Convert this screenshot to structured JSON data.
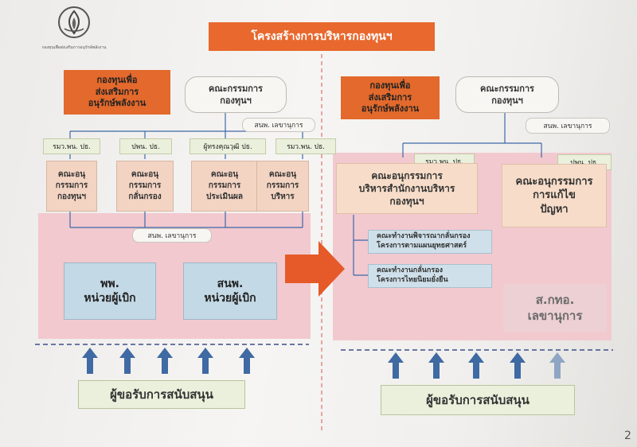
{
  "title": "โครงสร้างการบริหารกองทุนฯ",
  "logo_text": "กองทุนเพื่อส่งเสริมการอนุรักษ์พลังงาน",
  "page_number": "2",
  "colors": {
    "title_bg": "#e8682e",
    "org_bg": "#e3692c",
    "pink_area": "#f2c9cf",
    "arrow": "#e55a28",
    "blue_arrow": "#3f6aa3"
  },
  "left": {
    "org": "กองทุนเพื่อ\nส่งเสริมการ\nอนุรักษ์พลังงาน",
    "board": "คณะกรรมการ\nกองทุนฯ",
    "secretary_top": "สนพ. เลขานุการ",
    "chairs": [
      "รมว.พน. ปธ.",
      "ปพน. ปธ.",
      "ผู้ทรงคุณวุฒิ ปธ.",
      "รมว.พน. ปธ."
    ],
    "committees": [
      "คณะอนุ\nกรรมการ\nกองทุนฯ",
      "คณะอนุ\nกรรมการ\nกลั่นกรอง",
      "คณะอนุ\nกรรมการ\nประเมินผล",
      "คณะอนุ\nกรรมการ\nบริหาร"
    ],
    "secretary_mid": "สนพ. เลขานุการ",
    "units": [
      "พพ.\nหน่วยผู้เบิก",
      "สนพ.\nหน่วยผู้เบิก"
    ],
    "applicant": "ผู้ขอรับการสนับสนุน"
  },
  "right": {
    "org": "กองทุนเพื่อ\nส่งเสริมการ\nอนุรักษ์พลังงาน",
    "board": "คณะกรรมการ\nกองทุนฯ",
    "secretary_top": "สนพ. เลขานุการ",
    "chair_left": "รมว.พน. ปธ.",
    "chair_right": "ปพน. ปธ.",
    "committee_left": "คณะอนุกรรมการ\nบริหารสำนักงานบริหาร\nกองทุนฯ",
    "committee_right": "คณะอนุกรรมการ\nการแก้ไข\nปัญหา",
    "working_groups": [
      "คณะทำงานพิจารณากลั่นกรอง\nโครงการตามแผนยุทธศาสตร์",
      "คณะทำงานกลั่นกรอง\nโครงการไทยนิยมยั่งยืน"
    ],
    "secretariat": "ส.กทอ.\nเลขานุการ",
    "applicant": "ผู้ขอรับการสนับสนุน"
  }
}
